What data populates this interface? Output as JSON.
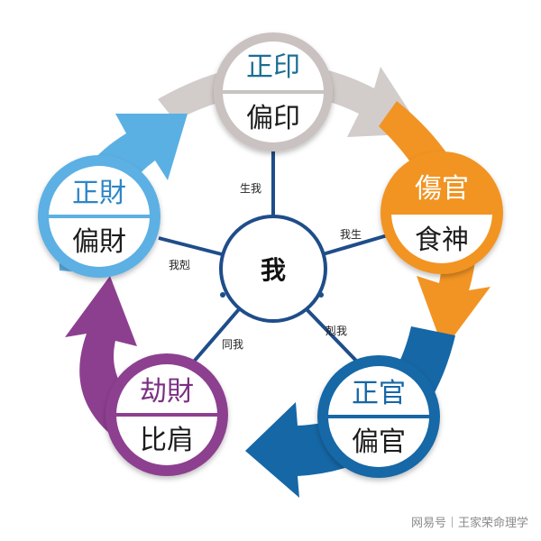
{
  "center": {
    "label": "我"
  },
  "nodes": {
    "top": {
      "upper": "正印",
      "lower": "偏印",
      "color": "#c9c2c0",
      "upper_color": "#1a6f93"
    },
    "right": {
      "upper": "傷官",
      "lower": "食神",
      "color": "#f29423",
      "upper_color": "#ffffff"
    },
    "br": {
      "upper": "正官",
      "lower": "偏官",
      "color": "#1667a6",
      "upper_color": "#1667a6"
    },
    "bl": {
      "upper": "劫財",
      "lower": "比肩",
      "color": "#8d3f8f",
      "upper_color": "#7b2f82"
    },
    "left": {
      "upper": "正財",
      "lower": "偏財",
      "color": "#5bb0e3",
      "upper_color": "#2c86c7"
    }
  },
  "relations": {
    "top": "生我",
    "right": "我生",
    "br": "剋我",
    "bl": "同我",
    "left": "我剋"
  },
  "line_color": "#1f4d8a",
  "watermark": {
    "left": "网易号",
    "right": "王家荣命理学"
  }
}
